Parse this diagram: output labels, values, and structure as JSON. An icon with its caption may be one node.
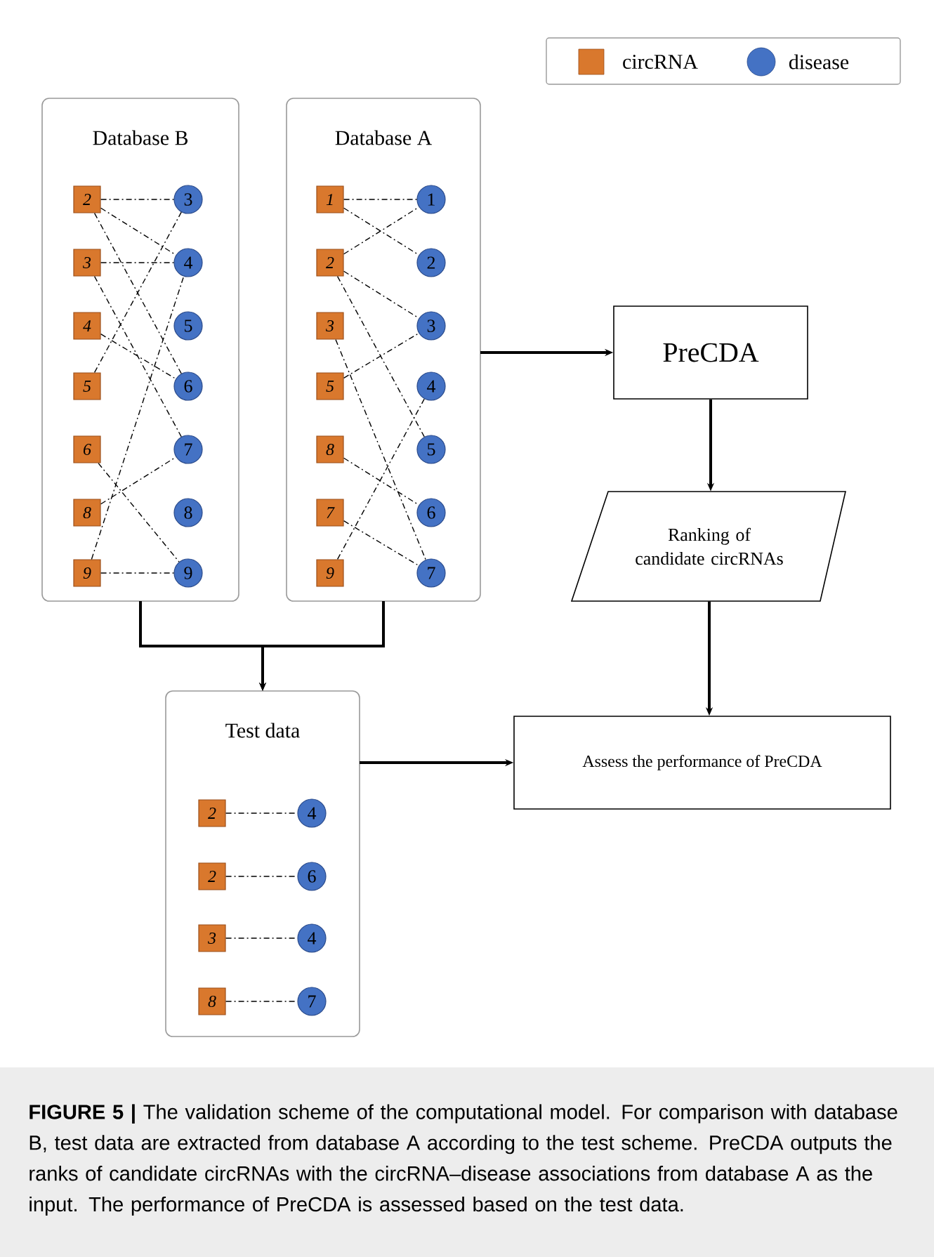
{
  "diagram": {
    "caption": "**FIGURE 5 |** The validation scheme of the computational model. For comparison with database B, test data are extracted from database A according to the test scheme. PreCDA outputs the ranks of candidate circRNAs with the circRNA–disease associations from database A as the input. The performance of PreCDA is assessed based on the test data.",
    "nodes": [
      {
        "text": [
          "Database B"
        ]
      },
      {
        "text": [
          "2"
        ],
        "in": 0
      },
      {
        "text": [
          "3"
        ],
        "in": 0
      },
      {
        "text": [
          "4"
        ],
        "in": 0
      },
      {
        "text": [
          "5"
        ],
        "in": 0
      },
      {
        "text": [
          "6"
        ],
        "in": 0
      },
      {
        "text": [
          "8"
        ],
        "in": 0
      },
      {
        "text": [
          "9"
        ],
        "in": 0
      },
      {
        "text": [
          "3"
        ],
        "in": 0
      },
      {
        "text": [
          "4"
        ],
        "in": 0
      },
      {
        "text": [
          "5"
        ],
        "in": 0
      },
      {
        "text": [
          "6"
        ],
        "in": 0
      },
      {
        "text": [
          "7"
        ],
        "in": 0
      },
      {
        "text": [
          "8"
        ],
        "in": 0
      },
      {
        "text": [
          "9"
        ],
        "in": 0
      },
      {
        "text": [
          "Database A"
        ]
      },
      {
        "text": [
          "1"
        ],
        "in": 15
      },
      {
        "text": [
          "2"
        ],
        "in": 15
      },
      {
        "text": [
          "3"
        ],
        "in": 15
      },
      {
        "text": [
          "5"
        ],
        "in": 15
      },
      {
        "text": [
          "8"
        ],
        "in": 15
      },
      {
        "text": [
          "7"
        ],
        "in": 15
      },
      {
        "text": [
          "9"
        ],
        "in": 15
      },
      {
        "text": [
          "1"
        ],
        "in": 15
      },
      {
        "text": [
          "2"
        ],
        "in": 15
      },
      {
        "text": [
          "3"
        ],
        "in": 15
      },
      {
        "text": [
          "4"
        ],
        "in": 15
      },
      {
        "text": [
          "5"
        ],
        "in": 15
      },
      {
        "text": [
          "6"
        ],
        "in": 15
      },
      {
        "text": [
          "7"
        ],
        "in": 15
      },
      {
        "text": [
          "PreCDA"
        ]
      },
      {
        "text": [
          "Ranking of candidate circRNAs"
        ]
      },
      {
        "text": [
          "Test data"
        ]
      },
      {
        "text": [
          "2"
        ],
        "in": 32
      },
      {
        "text": [
          "2"
        ],
        "in": 32
      },
      {
        "text": [
          "3"
        ],
        "in": 32
      },
      {
        "text": [
          "8"
        ],
        "in": 32
      },
      {
        "text": [
          "4"
        ],
        "in": 32
      },
      {
        "text": [
          "6"
        ],
        "in": 32
      },
      {
        "text": [
          "4"
        ],
        "in": 32
      },
      {
        "text": [
          "7"
        ],
        "in": 32
      },
      {
        "text": [
          "Assess the performance of PreCDA"
        ]
      }
    ],
    "edges": [
      {
        "from": 1,
        "to": 8,
        "arrow": "none",
        "style": "dashed"
      },
      {
        "from": 1,
        "to": 9,
        "arrow": "none",
        "style": "dashed"
      },
      {
        "from": 1,
        "to": 11,
        "arrow": "none",
        "style": "dashed"
      },
      {
        "from": 2,
        "to": 9,
        "arrow": "none",
        "style": "dashed"
      },
      {
        "from": 2,
        "to": 12,
        "arrow": "none",
        "style": "dashed"
      },
      {
        "from": 3,
        "to": 11,
        "arrow": "none",
        "style": "dashed"
      },
      {
        "from": 4,
        "to": 8,
        "arrow": "none",
        "style": "dashed"
      },
      {
        "from": 5,
        "to": 14,
        "arrow": "none",
        "style": "dashed"
      },
      {
        "from": 6,
        "to": 12,
        "arrow": "none",
        "style": "dashed"
      },
      {
        "from": 7,
        "to": 9,
        "arrow": "none",
        "style": "dashed"
      },
      {
        "from": 7,
        "to": 14,
        "arrow": "none",
        "style": "dashed"
      },
      {
        "from": 16,
        "to": 23,
        "arrow": "none",
        "style": "dashed"
      },
      {
        "from": 16,
        "to": 24,
        "arrow": "none",
        "style": "dashed"
      },
      {
        "from": 17,
        "to": 23,
        "arrow": "none",
        "style": "dashed"
      },
      {
        "from": 17,
        "to": 25,
        "arrow": "none",
        "style": "dashed"
      },
      {
        "from": 17,
        "to": 27,
        "arrow": "none",
        "style": "dashed"
      },
      {
        "from": 18,
        "to": 29,
        "arrow": "none",
        "style": "dashed"
      },
      {
        "from": 19,
        "to": 25,
        "arrow": "none",
        "style": "dashed"
      },
      {
        "from": 20,
        "to": 28,
        "arrow": "none",
        "style": "dashed"
      },
      {
        "from": 21,
        "to": 29,
        "arrow": "none",
        "style": "dashed"
      },
      {
        "from": 22,
        "to": 26,
        "arrow": "none",
        "style": "dashed"
      },
      {
        "from": 33,
        "to": 37,
        "arrow": "none",
        "style": "dashed"
      },
      {
        "from": 34,
        "to": 38,
        "arrow": "none",
        "style": "dashed"
      },
      {
        "from": 35,
        "to": 39,
        "arrow": "none",
        "style": "dashed"
      },
      {
        "from": 36,
        "to": 40,
        "arrow": "none",
        "style": "dashed"
      },
      {
        "from": 15,
        "to": 30,
        "arrow": "to"
      },
      {
        "from": 30,
        "to": 31,
        "arrow": "to"
      },
      {
        "from": 31,
        "to": 41,
        "arrow": "to"
      },
      {
        "from": 0,
        "to": 32,
        "arrow": "to"
      },
      {
        "from": 15,
        "to": 32,
        "arrow": "to"
      },
      {
        "from": 32,
        "to": 41,
        "arrow": "to"
      }
    ],
    "legend": [
      {
        "text": "circRNA",
        "color": "#d9782d"
      },
      {
        "text": "disease",
        "color": "#4472c4"
      }
    ]
  }
}
